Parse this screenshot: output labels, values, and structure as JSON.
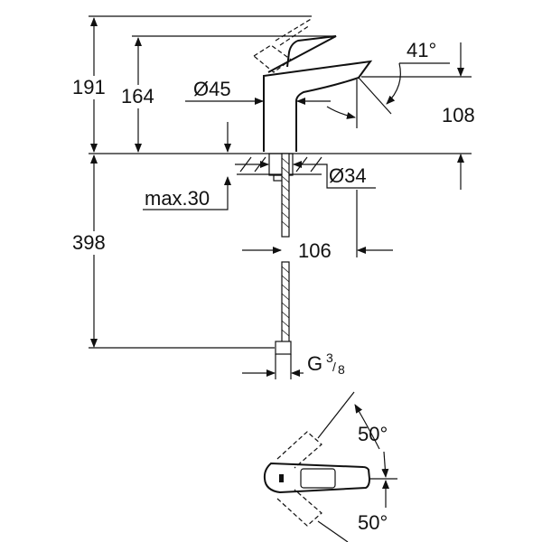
{
  "dimensions": {
    "total_height": "191",
    "spout_height": "164",
    "body_diameter": "Ø45",
    "spout_angle": "41°",
    "spout_clearance": "108",
    "hole_diameter": "Ø34",
    "max_deck": "max.30",
    "spout_reach": "106",
    "hose_length": "398",
    "connection": "G",
    "connection_num": "3",
    "connection_den": "8",
    "lever_angle_top": "50°",
    "lever_angle_bottom": "50°"
  }
}
